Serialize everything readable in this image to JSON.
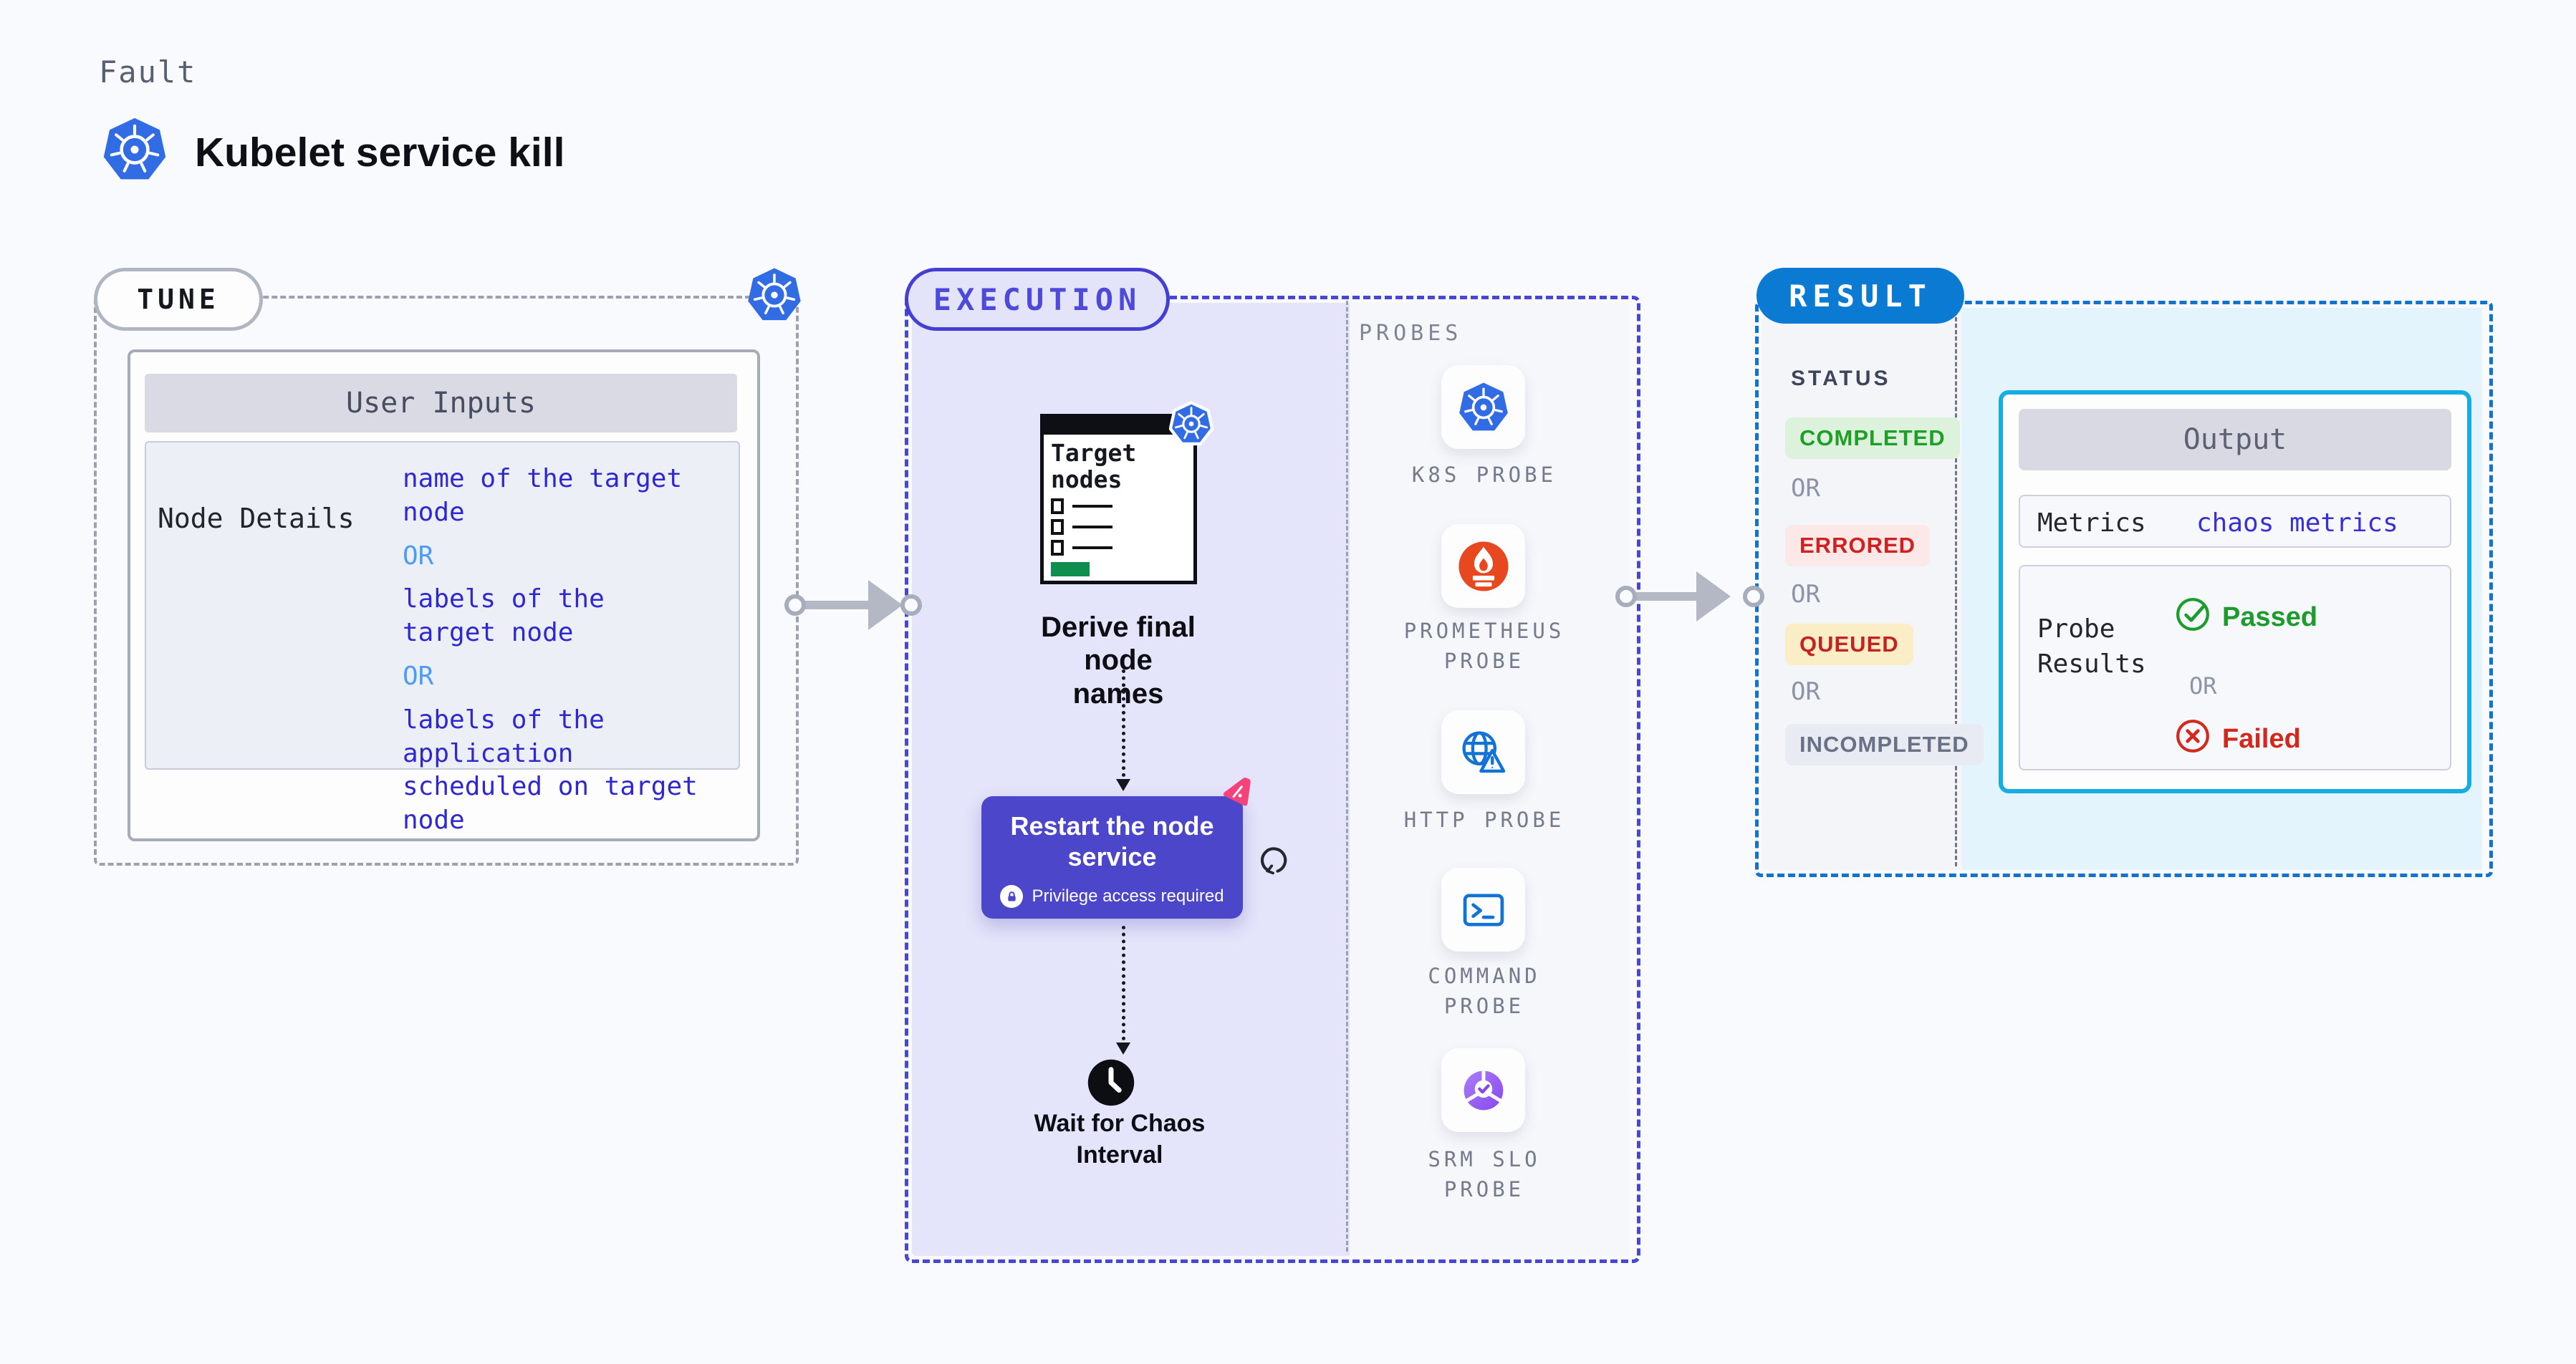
{
  "page": {
    "kicker": "Fault",
    "title": "Kubelet service kill"
  },
  "tune": {
    "label": "TUNE",
    "table_header": "User Inputs",
    "row_label": "Node Details",
    "value_1": "name of the target\nnode",
    "or_1": "OR",
    "value_2": "labels of the\ntarget node",
    "or_2": "OR",
    "value_3": "labels of the application\n scheduled on target node"
  },
  "execution": {
    "label": "EXECUTION",
    "window_title": "Target nodes",
    "step_derive": "Derive final node\nnames",
    "step_restart": "Restart the node\nservice",
    "restart_badge": "Privilege access required",
    "step_wait": "Wait for Chaos\nInterval"
  },
  "probes": {
    "label": "PROBES",
    "items": [
      {
        "label": "K8S PROBE",
        "icon": "kubernetes-icon"
      },
      {
        "label": "PROMETHEUS\nPROBE",
        "icon": "prometheus-icon"
      },
      {
        "label": "HTTP PROBE",
        "icon": "globe-warning-icon"
      },
      {
        "label": "COMMAND\nPROBE",
        "icon": "terminal-icon"
      },
      {
        "label": "SRM SLO\nPROBE",
        "icon": "slo-chart-icon"
      }
    ]
  },
  "result": {
    "label": "RESULT",
    "status_label": "STATUS",
    "or": "OR",
    "statuses": [
      {
        "text": "COMPLETED",
        "bg": "#ddf2dc",
        "color": "#1f9e28"
      },
      {
        "text": "ERRORED",
        "bg": "#fce8e6",
        "color": "#d02020"
      },
      {
        "text": "QUEUED",
        "bg": "#fbeec6",
        "color": "#c22424"
      },
      {
        "text": "INCOMPLETED",
        "bg": "#e9ebf2",
        "color": "#6a7186"
      }
    ],
    "output": {
      "header": "Output",
      "metrics_label": "Metrics",
      "metrics_value": "chaos metrics",
      "probe_results_label": "Probe\nResults",
      "passed": "Passed",
      "or": "OR",
      "failed": "Failed"
    }
  },
  "colors": {
    "kubernetes_blue": "#326ce5",
    "execution_indigo": "#443fd2",
    "result_blue": "#0b7ad3",
    "value_text_blue": "#2f28d0",
    "or_light_blue": "#4c9cf6",
    "restart_card_purple": "#4c46cb",
    "chaos_pink": "#f4437b",
    "prometheus_orange": "#e8481f",
    "probe_icon_blue": "#1273d6",
    "srm_purple": "#8747ef",
    "target_nodes_green": "#0f8f4e",
    "passed_green": "#1d9c2e",
    "failed_red": "#d3291c",
    "output_border_cyan": "#16ade5"
  }
}
